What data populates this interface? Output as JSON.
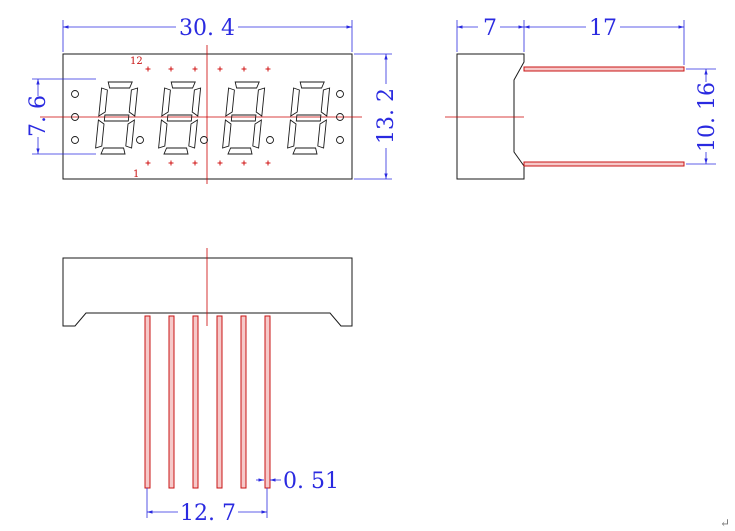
{
  "colors": {
    "outline": "#1a1a1a",
    "dimension": "#2a2ae0",
    "centerline": "#cc0000",
    "pin_fill": "#f6c9c9",
    "pin_stroke": "#c81414",
    "background": "#ffffff"
  },
  "dimensions": {
    "front_width": "30. 4",
    "front_height": "13. 2",
    "digit_height": "7. 6",
    "side_depth": "7",
    "pin_length": "17",
    "pin_row_spacing": "10. 16",
    "pin_width": "0. 51",
    "pin_span": "12. 7"
  },
  "pin_labels": {
    "pin_12": "12",
    "pin_1": "1"
  },
  "display": {
    "digit_count": 4,
    "pins_per_row": 6
  },
  "footer_mark": "↵"
}
